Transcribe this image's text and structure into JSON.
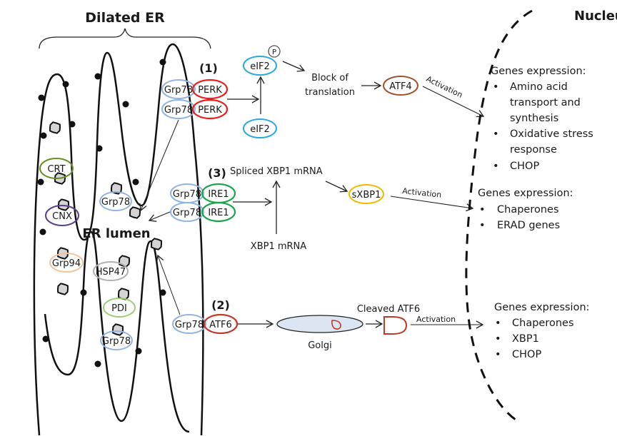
{
  "title": "ER stress and the unfolded protein response",
  "labels": {
    "dilated_er": "Dilated ER",
    "nucleus": "Nucleus",
    "er_lumen": "ER lumen"
  },
  "colors": {
    "grp78": "#8fb4e3",
    "perk": "#e8211f",
    "ire1": "#1aa54a",
    "atf6": "#c0392b",
    "eif2": "#29a8e0",
    "atf4": "#a0522d",
    "sxbp1": "#f5b800",
    "crt": "#6b8e23",
    "cnx": "#5b3f8c",
    "grp94": "#f4c39b",
    "hsp47": "#b0b0b0",
    "pdi": "#9acd72",
    "golgi_fill": "#dce6f2"
  },
  "lumen_proteins": {
    "crt": "CRT",
    "cnx": "CNX",
    "grp78_a": "Grp78",
    "grp94": "Grp94",
    "hsp47": "HSP47",
    "pdi": "PDI",
    "grp78_b": "Grp78"
  },
  "pathways": {
    "perk": {
      "number": "(1)",
      "receptor_pair": [
        {
          "chaperone": "Grp78",
          "sensor": "PERK"
        },
        {
          "chaperone": "Grp78",
          "sensor": "PERK"
        }
      ],
      "eif2_top": "eIF2",
      "eif2_bottom": "eIF2",
      "phospho": "P",
      "block": [
        "Block of",
        "translation"
      ],
      "atf4": "ATF4",
      "activation": "Activation",
      "genes_title": "Genes expression:",
      "genes": [
        [
          "Amino acid",
          "transport and",
          "synthesis"
        ],
        [
          "Oxidative stress",
          "response"
        ],
        [
          "CHOP"
        ]
      ]
    },
    "ire1": {
      "number": "(3)",
      "receptor_pair": [
        {
          "chaperone": "Grp78",
          "sensor": "IRE1"
        },
        {
          "chaperone": "Grp78",
          "sensor": "IRE1"
        }
      ],
      "spliced": "Spliced XBP1 mRNA",
      "unspliced": "XBP1 mRNA",
      "sxbp1": "sXBP1",
      "activation": "Activation",
      "genes_title": "Genes expression:",
      "genes": [
        "Chaperones",
        "ERAD genes"
      ]
    },
    "atf6": {
      "number": "(2)",
      "chaperone": "Grp78",
      "sensor": "ATF6",
      "golgi": "Golgi",
      "cleaved": "Cleaved ATF6",
      "activation": "Activation",
      "genes_title": "Genes expression:",
      "genes": [
        "Chaperones",
        "XBP1",
        "CHOP"
      ]
    }
  },
  "bullet": "•"
}
